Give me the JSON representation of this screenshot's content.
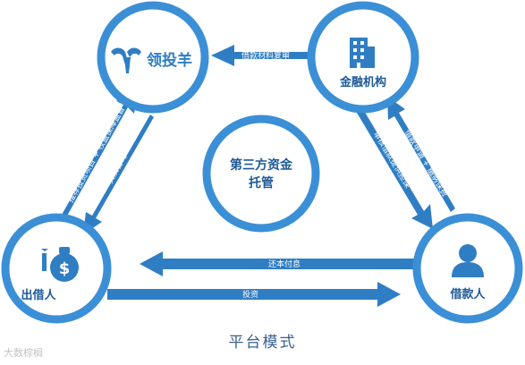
{
  "colors": {
    "primary": "#3b8fd6",
    "arrow": "#2f7ec4",
    "text_dark": "#1e5a99",
    "caption": "#3a5f90"
  },
  "nodes": {
    "platform": {
      "label": "领投羊",
      "icon": "ram-logo-icon"
    },
    "institution": {
      "label": "金融机构",
      "icon": "building-icon"
    },
    "center": {
      "line1": "第三方资金",
      "line2": "托管"
    },
    "lender": {
      "label": "出借人",
      "icon": "money-bag-icon"
    },
    "borrower": {
      "label": "借款人",
      "icon": "person-icon"
    }
  },
  "arrows": {
    "review": "借款材料复审",
    "recommend": "推荐投资项目 + 权益保障监督",
    "consult": "资质咨询",
    "audit": "审核借款提供担保",
    "apply": "借款申请 + 缴纳保费",
    "repay": "还本付息",
    "invest": "投资"
  },
  "caption": "平台模式",
  "watermark": "大数棕榈"
}
